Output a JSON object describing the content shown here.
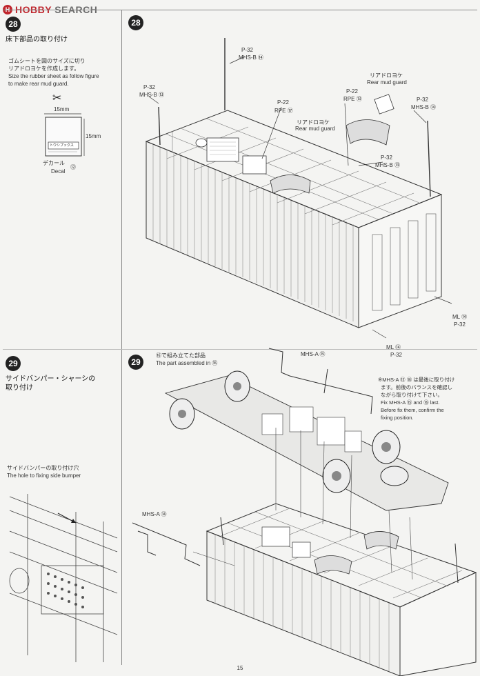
{
  "header": {
    "logo_mark": "H",
    "logo_brand": "HOBBY",
    "logo_search": "SEARCH"
  },
  "step28": {
    "number": "28",
    "title_jp": "床下部品の取り付け",
    "note_jp_1": "ゴムシートを図のサイズに切り",
    "note_jp_2": "リアドロヨケを作成します。",
    "note_en_1": "Size the rubber sheet as follow figure",
    "note_en_2": "to make rear mud guard.",
    "dim_width": "15mm",
    "dim_height": "15mm",
    "decal_jp": "デカール",
    "decal_en": "Decal",
    "decal_num": "⑫",
    "decal_text": "トウシプックス",
    "callouts": [
      {
        "id": "mhsb14-top",
        "p": "P-32",
        "text": "MHS-B",
        "num": "⑭"
      },
      {
        "id": "mhsb13-left",
        "p": "P-32",
        "text": "MHS-B",
        "num": "⑬"
      },
      {
        "id": "rpe17",
        "p": "P-22",
        "text": "RPE",
        "num": "⑰"
      },
      {
        "id": "rear-mud-left-jp",
        "text": "リアドロヨケ"
      },
      {
        "id": "rear-mud-left-en",
        "text": "Rear mud guard"
      },
      {
        "id": "rpe13",
        "p": "P-22",
        "text": "RPE",
        "num": "⑬"
      },
      {
        "id": "rear-mud-right-jp",
        "text": "リアドロヨケ"
      },
      {
        "id": "rear-mud-right-en",
        "text": "Rear mud guard"
      },
      {
        "id": "mhsb14-right",
        "p": "P-32",
        "text": "MHS-B",
        "num": "⑭"
      },
      {
        "id": "mhsb13-mid",
        "p": "P-32",
        "text": "MHS-B",
        "num": "⑬"
      },
      {
        "id": "ml14-right",
        "text": "ML",
        "num": "⑭",
        "p": "P-32"
      },
      {
        "id": "ml14-bottom",
        "text": "ML",
        "num": "⑭",
        "p": "P-32"
      }
    ]
  },
  "step29": {
    "number": "29",
    "title_jp_1": "サイドバンパー・シャーシの",
    "title_jp_2": "取り付け",
    "hole_jp": "サイドバンパーの取り付け穴",
    "hole_en": "The hole to fixing side bumper",
    "assembled_jp": "⑯で組み立てた部品",
    "assembled_en": "The part assembled in ⑯",
    "mhsa15": "MHS-A ⑮",
    "mhsa14": "MHS-A ⑭",
    "note_jp_1": "※MHS-A ⑮ ⑯ は最後に取り付け",
    "note_jp_2": "ます。前後のバランスを確認し",
    "note_jp_3": "ながら取り付けて下さい。",
    "note_en_1": "Fix MHS-A ⑮ and ⑯ last.",
    "note_en_2": "Before fix them, confirm the",
    "note_en_3": "fixing position."
  },
  "footer": {
    "page": "15"
  }
}
